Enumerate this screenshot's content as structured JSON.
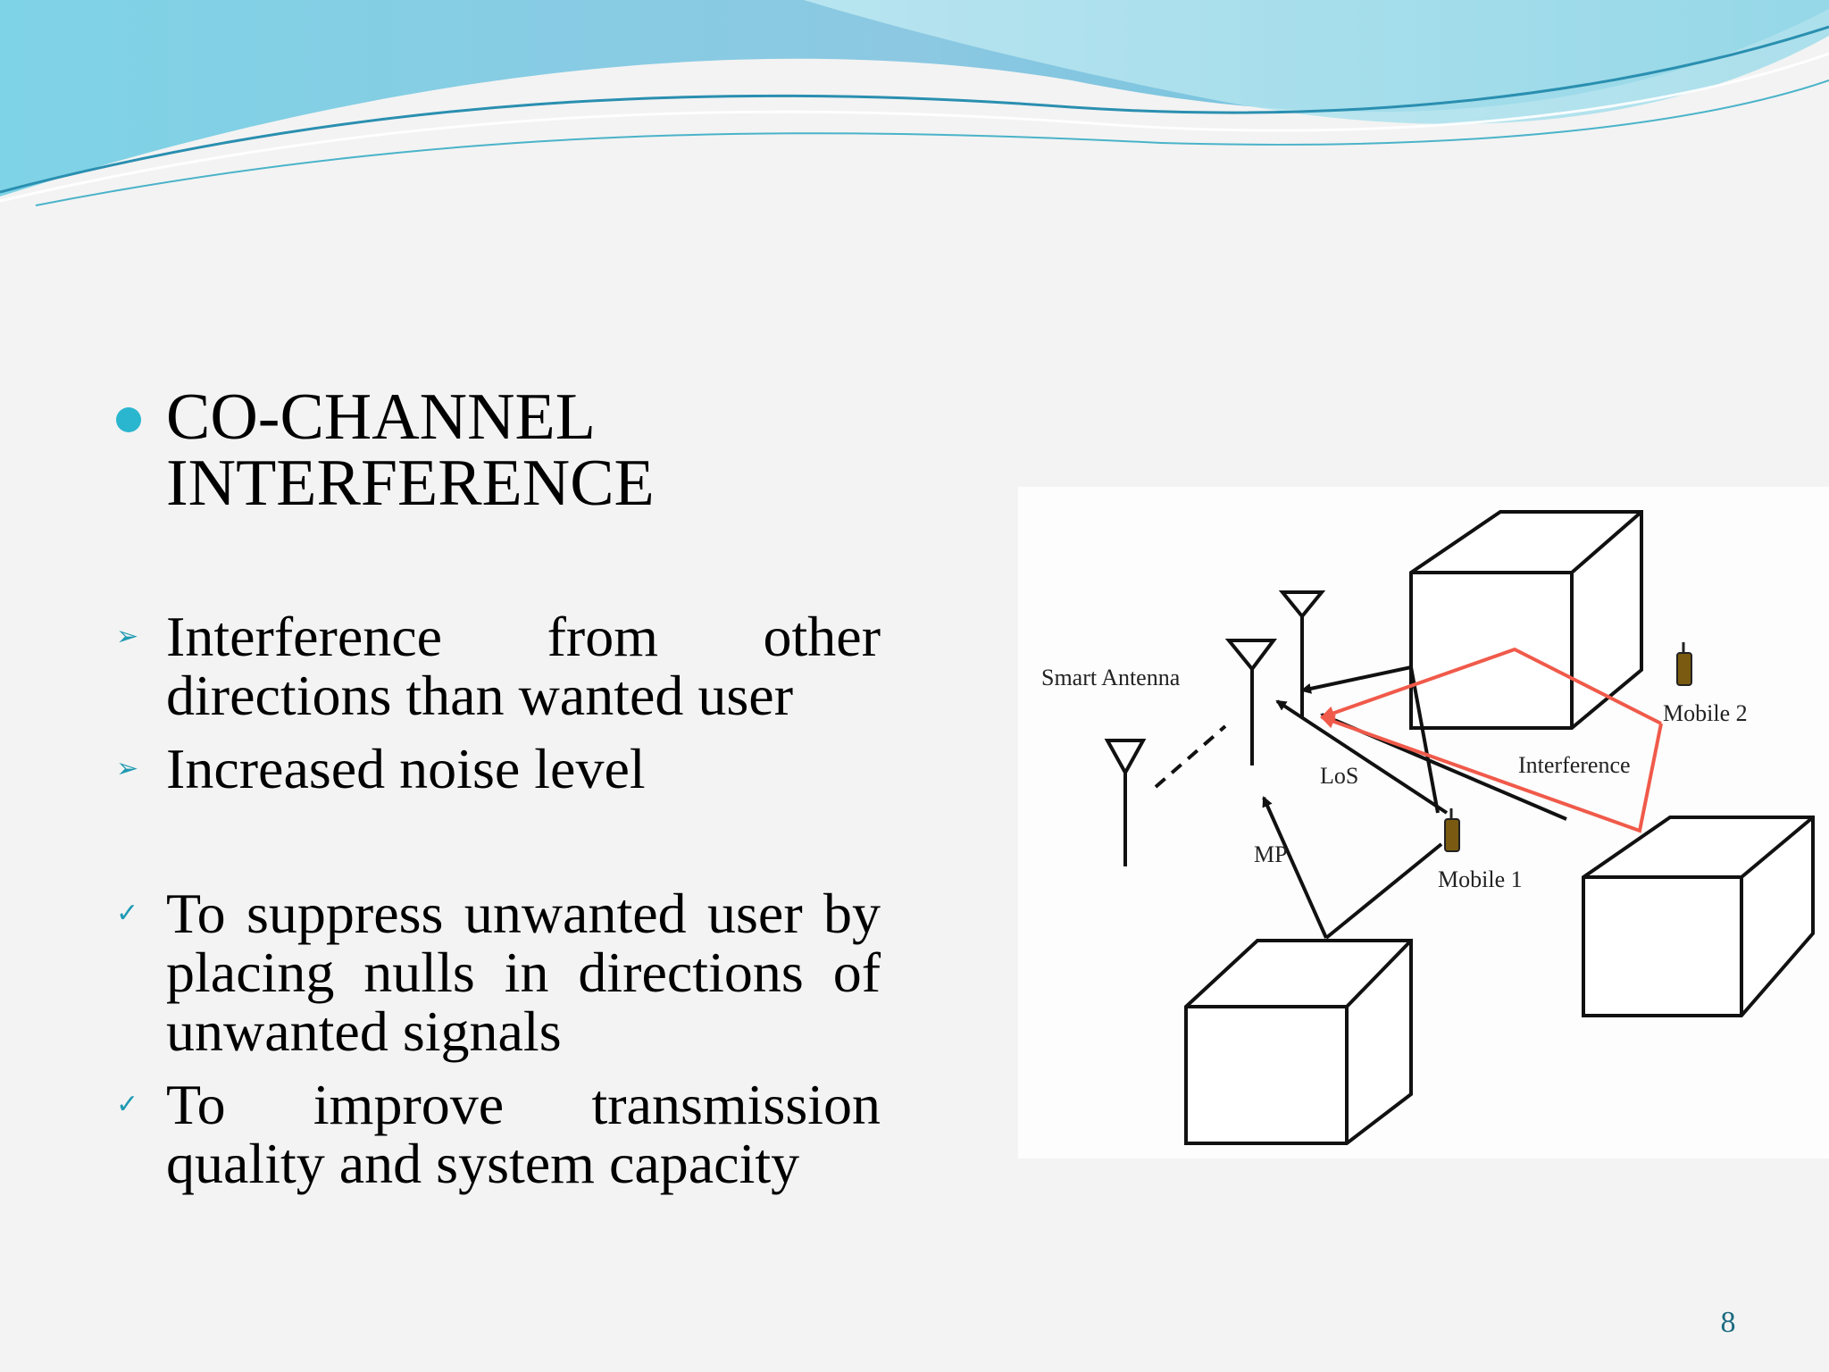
{
  "slide": {
    "heading": "CO-CHANNEL\nINTERFERENCE",
    "problems": [
      "Interference from other directions than wanted user",
      "Increased noise level"
    ],
    "solutions": [
      "To suppress unwanted user by placing nulls in directions of unwanted signals",
      "To improve transmission quality and system capacity"
    ],
    "page_number": "8"
  },
  "diagram": {
    "labels": {
      "smart_antenna": "Smart Antenna",
      "mobile_1": "Mobile 1",
      "mobile_2": "Mobile 2",
      "interference": "Interference",
      "los": "LoS",
      "mp": "MP"
    }
  },
  "colors": {
    "accent": "#2bb6cf",
    "interference_path": "#f05a4a",
    "page_number": "#1b6a80"
  },
  "icons": {
    "heading_bullet": "filled-circle",
    "problem_bullet": "triangle-arrow",
    "solution_bullet": "check-mark"
  }
}
